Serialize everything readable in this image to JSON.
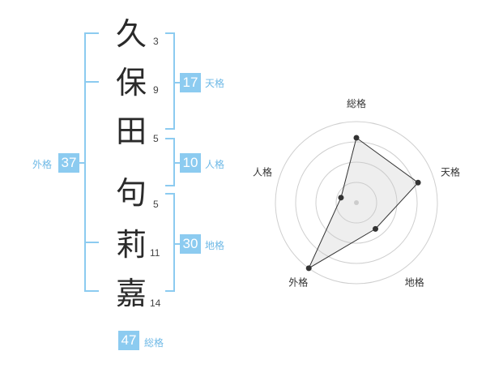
{
  "name_chars": [
    {
      "char": "久",
      "strokes": "3"
    },
    {
      "char": "保",
      "strokes": "9"
    },
    {
      "char": "田",
      "strokes": "5"
    },
    {
      "char": "句",
      "strokes": "5"
    },
    {
      "char": "莉",
      "strokes": "11"
    },
    {
      "char": "嘉",
      "strokes": "14"
    }
  ],
  "fortunes": {
    "tenkaku": {
      "value": "17",
      "label": "天格"
    },
    "jinkaku": {
      "value": "10",
      "label": "人格"
    },
    "chikaku": {
      "value": "30",
      "label": "地格"
    },
    "gaikaku": {
      "value": "37",
      "label": "外格"
    },
    "soukaku": {
      "value": "47",
      "label": "総格"
    }
  },
  "colors": {
    "accent": "#8ccbf0",
    "accent_text": "#6fb9e6"
  },
  "chart_data": {
    "type": "radar",
    "axes": [
      "総格",
      "天格",
      "地格",
      "外格",
      "人格"
    ],
    "values": [
      4,
      4,
      2,
      5,
      1
    ],
    "rmax": 5,
    "rings": 4
  }
}
